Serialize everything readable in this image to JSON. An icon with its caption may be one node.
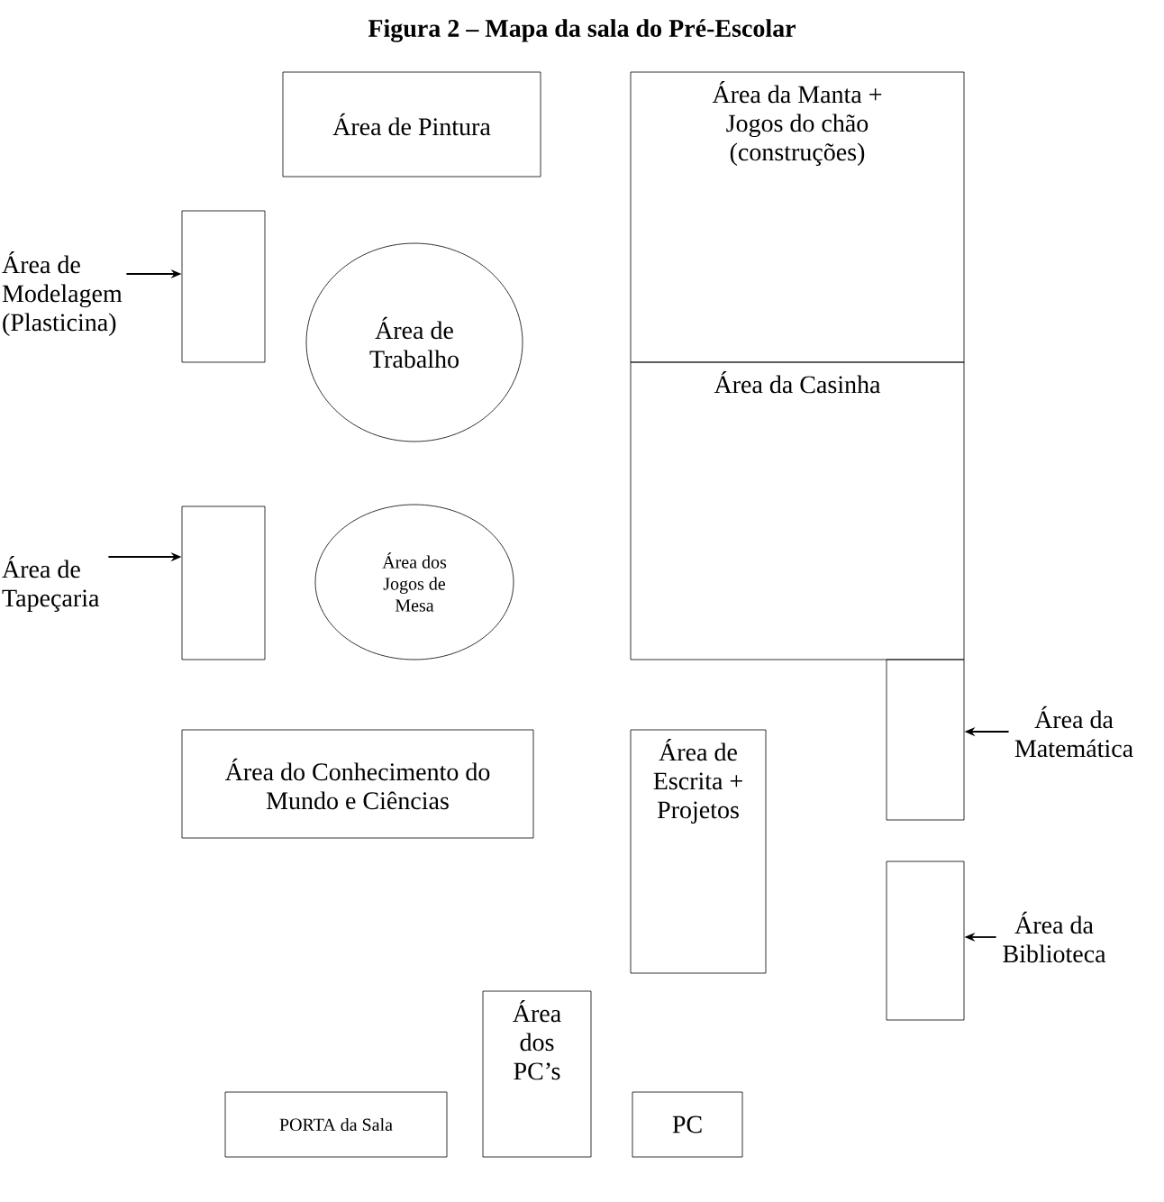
{
  "diagram": {
    "title": "Figura 2 – Mapa da sala do Pré-Escolar",
    "nodes": [
      {
        "text": [
          "Área de Pintura"
        ]
      },
      {
        "text": [
          "Área da Manta + Jogos do chão (construções)"
        ]
      },
      {
        "text": [
          "Área da Casinha"
        ]
      },
      {
        "text": [
          "Área de Modelagem (Plasticina)"
        ]
      },
      {
        "text": [],
        "shape": "box"
      },
      {
        "text": [
          "Área de Trabalho"
        ]
      },
      {
        "text": [
          "Área de Tapeçaria"
        ]
      },
      {
        "text": [],
        "shape": "box"
      },
      {
        "text": [
          "Área dos Jogos de Mesa"
        ]
      },
      {
        "text": [
          "Área do Conhecimento do Mundo e Ciências"
        ]
      },
      {
        "text": [
          "Área de Escrita + Projetos"
        ]
      },
      {
        "text": [],
        "shape": "box"
      },
      {
        "text": [
          "Área da Matemática"
        ]
      },
      {
        "text": [],
        "shape": "box"
      },
      {
        "text": [
          "Área da Biblioteca"
        ]
      },
      {
        "text": [
          "Área dos PC’s"
        ]
      },
      {
        "text": [
          "PORTA da Sala"
        ]
      },
      {
        "text": [
          "PC"
        ]
      }
    ],
    "edges": [
      {
        "from": 3,
        "to": 4,
        "arrow": "to"
      },
      {
        "from": 6,
        "to": 7,
        "arrow": "to"
      },
      {
        "from": 12,
        "to": 11,
        "arrow": "to"
      },
      {
        "from": 14,
        "to": 13,
        "arrow": "to"
      }
    ]
  }
}
